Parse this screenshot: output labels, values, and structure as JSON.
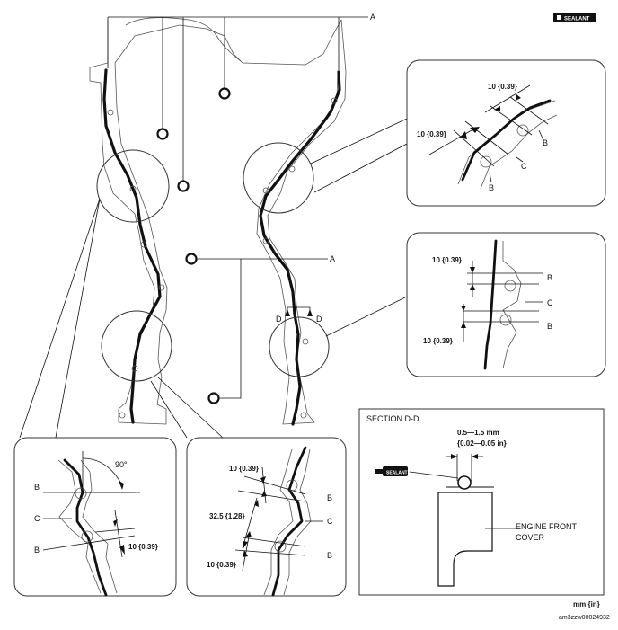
{
  "labels": {
    "callout_a": "A",
    "callout_b": "B",
    "callout_c": "C",
    "callout_d": "D",
    "sealant_tag": "SEALANT"
  },
  "dimensions": {
    "ten": "10 {0.39}",
    "thirty_two_five": "32.5 {1.28}",
    "ninety": "90°",
    "gap_range_mm": "0.5—1.5 mm",
    "gap_range_in": "{0.02—0.05 in}"
  },
  "section": {
    "title": "SECTION D-D",
    "part_name_line1": "ENGINE FRONT",
    "part_name_line2": "COVER"
  },
  "units": "mm {in}",
  "figure_id": "am3zzw00024932"
}
